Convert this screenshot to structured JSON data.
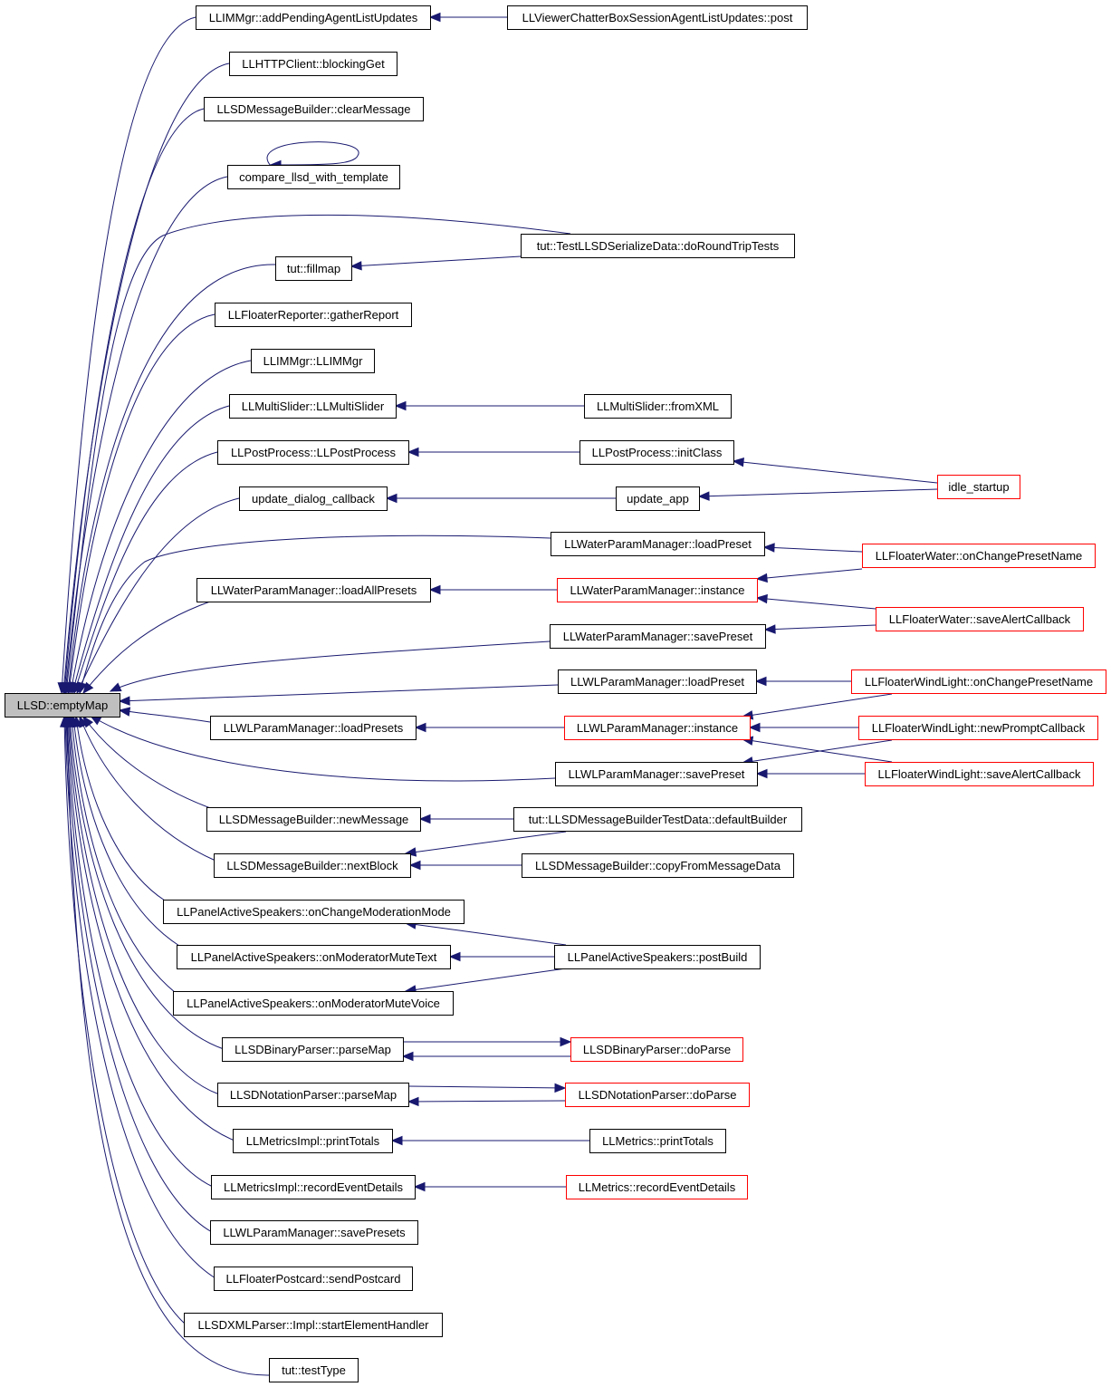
{
  "colors": {
    "background": "#ffffff",
    "edge": "#191970",
    "node_border": "#000000",
    "truncated_border": "#ff0000",
    "root_fill": "#bfbfbf",
    "node_fill": "#ffffff"
  },
  "nodes": [
    {
      "id": "root",
      "label": "LLSD::emptyMap",
      "root": true
    },
    {
      "id": "addPending",
      "label": "LLIMMgr::addPendingAgentListUpdates"
    },
    {
      "id": "chatterPost",
      "label": "LLViewerChatterBoxSessionAgentListUpdates::post"
    },
    {
      "id": "blockingGet",
      "label": "LLHTTPClient::blockingGet"
    },
    {
      "id": "clearMessage",
      "label": "LLSDMessageBuilder::clearMessage"
    },
    {
      "id": "compare",
      "label": "compare_llsd_with_template"
    },
    {
      "id": "roundTrip",
      "label": "tut::TestLLSDSerializeData::doRoundTripTests"
    },
    {
      "id": "fillmap",
      "label": "tut::fillmap"
    },
    {
      "id": "gatherReport",
      "label": "LLFloaterReporter::gatherReport"
    },
    {
      "id": "imMgr",
      "label": "LLIMMgr::LLIMMgr"
    },
    {
      "id": "multiSlider",
      "label": "LLMultiSlider::LLMultiSlider"
    },
    {
      "id": "fromXML",
      "label": "LLMultiSlider::fromXML"
    },
    {
      "id": "postProcess",
      "label": "LLPostProcess::LLPostProcess"
    },
    {
      "id": "initClass",
      "label": "LLPostProcess::initClass"
    },
    {
      "id": "idleStartup",
      "label": "idle_startup",
      "truncated": true
    },
    {
      "id": "updateDialog",
      "label": "update_dialog_callback"
    },
    {
      "id": "updateApp",
      "label": "update_app"
    },
    {
      "id": "waterLoadPreset",
      "label": "LLWaterParamManager::loadPreset"
    },
    {
      "id": "waterOnChange",
      "label": "LLFloaterWater::onChangePresetName",
      "truncated": true
    },
    {
      "id": "waterLoadAll",
      "label": "LLWaterParamManager::loadAllPresets"
    },
    {
      "id": "waterInstance",
      "label": "LLWaterParamManager::instance",
      "truncated": true
    },
    {
      "id": "waterSaveAlert",
      "label": "LLFloaterWater::saveAlertCallback",
      "truncated": true
    },
    {
      "id": "waterSavePreset",
      "label": "LLWaterParamManager::savePreset"
    },
    {
      "id": "wlLoadPreset",
      "label": "LLWLParamManager::loadPreset"
    },
    {
      "id": "wlOnChange",
      "label": "LLFloaterWindLight::onChangePresetName",
      "truncated": true
    },
    {
      "id": "wlLoadPresets",
      "label": "LLWLParamManager::loadPresets"
    },
    {
      "id": "wlInstance",
      "label": "LLWLParamManager::instance",
      "truncated": true
    },
    {
      "id": "wlNewPrompt",
      "label": "LLFloaterWindLight::newPromptCallback",
      "truncated": true
    },
    {
      "id": "wlSavePreset",
      "label": "LLWLParamManager::savePreset"
    },
    {
      "id": "wlSaveAlert",
      "label": "LLFloaterWindLight::saveAlertCallback",
      "truncated": true
    },
    {
      "id": "newMessage",
      "label": "LLSDMessageBuilder::newMessage"
    },
    {
      "id": "defaultBuilder",
      "label": "tut::LLSDMessageBuilderTestData::defaultBuilder"
    },
    {
      "id": "nextBlock",
      "label": "LLSDMessageBuilder::nextBlock"
    },
    {
      "id": "copyFrom",
      "label": "LLSDMessageBuilder::copyFromMessageData"
    },
    {
      "id": "onChangeMod",
      "label": "LLPanelActiveSpeakers::onChangeModerationMode"
    },
    {
      "id": "onModText",
      "label": "LLPanelActiveSpeakers::onModeratorMuteText"
    },
    {
      "id": "postBuild",
      "label": "LLPanelActiveSpeakers::postBuild"
    },
    {
      "id": "onModVoice",
      "label": "LLPanelActiveSpeakers::onModeratorMuteVoice"
    },
    {
      "id": "binParseMap",
      "label": "LLSDBinaryParser::parseMap"
    },
    {
      "id": "binDoParse",
      "label": "LLSDBinaryParser::doParse",
      "truncated": true
    },
    {
      "id": "notParseMap",
      "label": "LLSDNotationParser::parseMap"
    },
    {
      "id": "notDoParse",
      "label": "LLSDNotationParser::doParse",
      "truncated": true
    },
    {
      "id": "implPrintTotals",
      "label": "LLMetricsImpl::printTotals"
    },
    {
      "id": "printTotals",
      "label": "LLMetrics::printTotals"
    },
    {
      "id": "implRecord",
      "label": "LLMetricsImpl::recordEventDetails"
    },
    {
      "id": "recordDetails",
      "label": "LLMetrics::recordEventDetails",
      "truncated": true
    },
    {
      "id": "wlSavePresets",
      "label": "LLWLParamManager::savePresets"
    },
    {
      "id": "sendPostcard",
      "label": "LLFloaterPostcard::sendPostcard"
    },
    {
      "id": "startElement",
      "label": "LLSDXMLParser::Impl::startElementHandler"
    },
    {
      "id": "testType",
      "label": "tut::testType"
    }
  ],
  "edges": [
    {
      "from": "addPending",
      "to": "root"
    },
    {
      "from": "blockingGet",
      "to": "root"
    },
    {
      "from": "clearMessage",
      "to": "root"
    },
    {
      "from": "compare",
      "to": "root"
    },
    {
      "from": "roundTrip",
      "to": "root"
    },
    {
      "from": "fillmap",
      "to": "root"
    },
    {
      "from": "gatherReport",
      "to": "root"
    },
    {
      "from": "imMgr",
      "to": "root"
    },
    {
      "from": "multiSlider",
      "to": "root"
    },
    {
      "from": "postProcess",
      "to": "root"
    },
    {
      "from": "updateDialog",
      "to": "root"
    },
    {
      "from": "waterLoadPreset",
      "to": "root"
    },
    {
      "from": "waterLoadAll",
      "to": "root"
    },
    {
      "from": "waterSavePreset",
      "to": "root"
    },
    {
      "from": "wlLoadPreset",
      "to": "root"
    },
    {
      "from": "wlLoadPresets",
      "to": "root"
    },
    {
      "from": "wlSavePreset",
      "to": "root"
    },
    {
      "from": "newMessage",
      "to": "root"
    },
    {
      "from": "nextBlock",
      "to": "root"
    },
    {
      "from": "onChangeMod",
      "to": "root"
    },
    {
      "from": "onModText",
      "to": "root"
    },
    {
      "from": "onModVoice",
      "to": "root"
    },
    {
      "from": "binParseMap",
      "to": "root"
    },
    {
      "from": "notParseMap",
      "to": "root"
    },
    {
      "from": "implPrintTotals",
      "to": "root"
    },
    {
      "from": "implRecord",
      "to": "root"
    },
    {
      "from": "wlSavePresets",
      "to": "root"
    },
    {
      "from": "sendPostcard",
      "to": "root"
    },
    {
      "from": "startElement",
      "to": "root"
    },
    {
      "from": "testType",
      "to": "root"
    },
    {
      "from": "chatterPost",
      "to": "addPending"
    },
    {
      "from": "compare",
      "to": "compare"
    },
    {
      "from": "roundTrip",
      "to": "fillmap"
    },
    {
      "from": "fromXML",
      "to": "multiSlider"
    },
    {
      "from": "initClass",
      "to": "postProcess"
    },
    {
      "from": "idleStartup",
      "to": "initClass"
    },
    {
      "from": "idleStartup",
      "to": "updateApp"
    },
    {
      "from": "updateApp",
      "to": "updateDialog"
    },
    {
      "from": "waterOnChange",
      "to": "waterLoadPreset"
    },
    {
      "from": "waterInstance",
      "to": "waterLoadAll"
    },
    {
      "from": "waterOnChange",
      "to": "waterInstance"
    },
    {
      "from": "waterSaveAlert",
      "to": "waterInstance"
    },
    {
      "from": "waterSaveAlert",
      "to": "waterSavePreset"
    },
    {
      "from": "wlOnChange",
      "to": "wlLoadPreset"
    },
    {
      "from": "wlInstance",
      "to": "wlLoadPresets"
    },
    {
      "from": "wlOnChange",
      "to": "wlInstance"
    },
    {
      "from": "wlNewPrompt",
      "to": "wlInstance"
    },
    {
      "from": "wlSaveAlert",
      "to": "wlInstance"
    },
    {
      "from": "wlNewPrompt",
      "to": "wlSavePreset"
    },
    {
      "from": "wlSaveAlert",
      "to": "wlSavePreset"
    },
    {
      "from": "defaultBuilder",
      "to": "newMessage"
    },
    {
      "from": "defaultBuilder",
      "to": "nextBlock"
    },
    {
      "from": "copyFrom",
      "to": "nextBlock"
    },
    {
      "from": "postBuild",
      "to": "onChangeMod"
    },
    {
      "from": "postBuild",
      "to": "onModText"
    },
    {
      "from": "postBuild",
      "to": "onModVoice"
    },
    {
      "from": "binParseMap",
      "to": "binDoParse"
    },
    {
      "from": "binDoParse",
      "to": "binParseMap"
    },
    {
      "from": "notParseMap",
      "to": "notDoParse"
    },
    {
      "from": "notDoParse",
      "to": "notParseMap"
    },
    {
      "from": "printTotals",
      "to": "implPrintTotals"
    },
    {
      "from": "recordDetails",
      "to": "implRecord"
    }
  ]
}
